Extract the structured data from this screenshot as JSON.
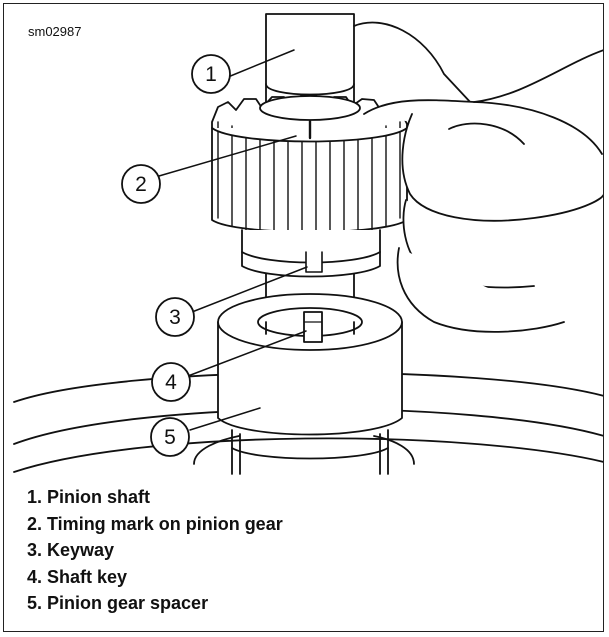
{
  "figure": {
    "code": "sm02987"
  },
  "callouts": [
    {
      "num": "1",
      "target": "pinion-shaft"
    },
    {
      "num": "2",
      "target": "timing-mark"
    },
    {
      "num": "3",
      "target": "keyway"
    },
    {
      "num": "4",
      "target": "shaft-key"
    },
    {
      "num": "5",
      "target": "pinion-gear-spacer"
    }
  ],
  "legend": [
    "1. Pinion shaft",
    "2. Timing mark on pinion gear",
    "3. Keyway",
    "4. Shaft key",
    "5. Pinion gear spacer"
  ]
}
